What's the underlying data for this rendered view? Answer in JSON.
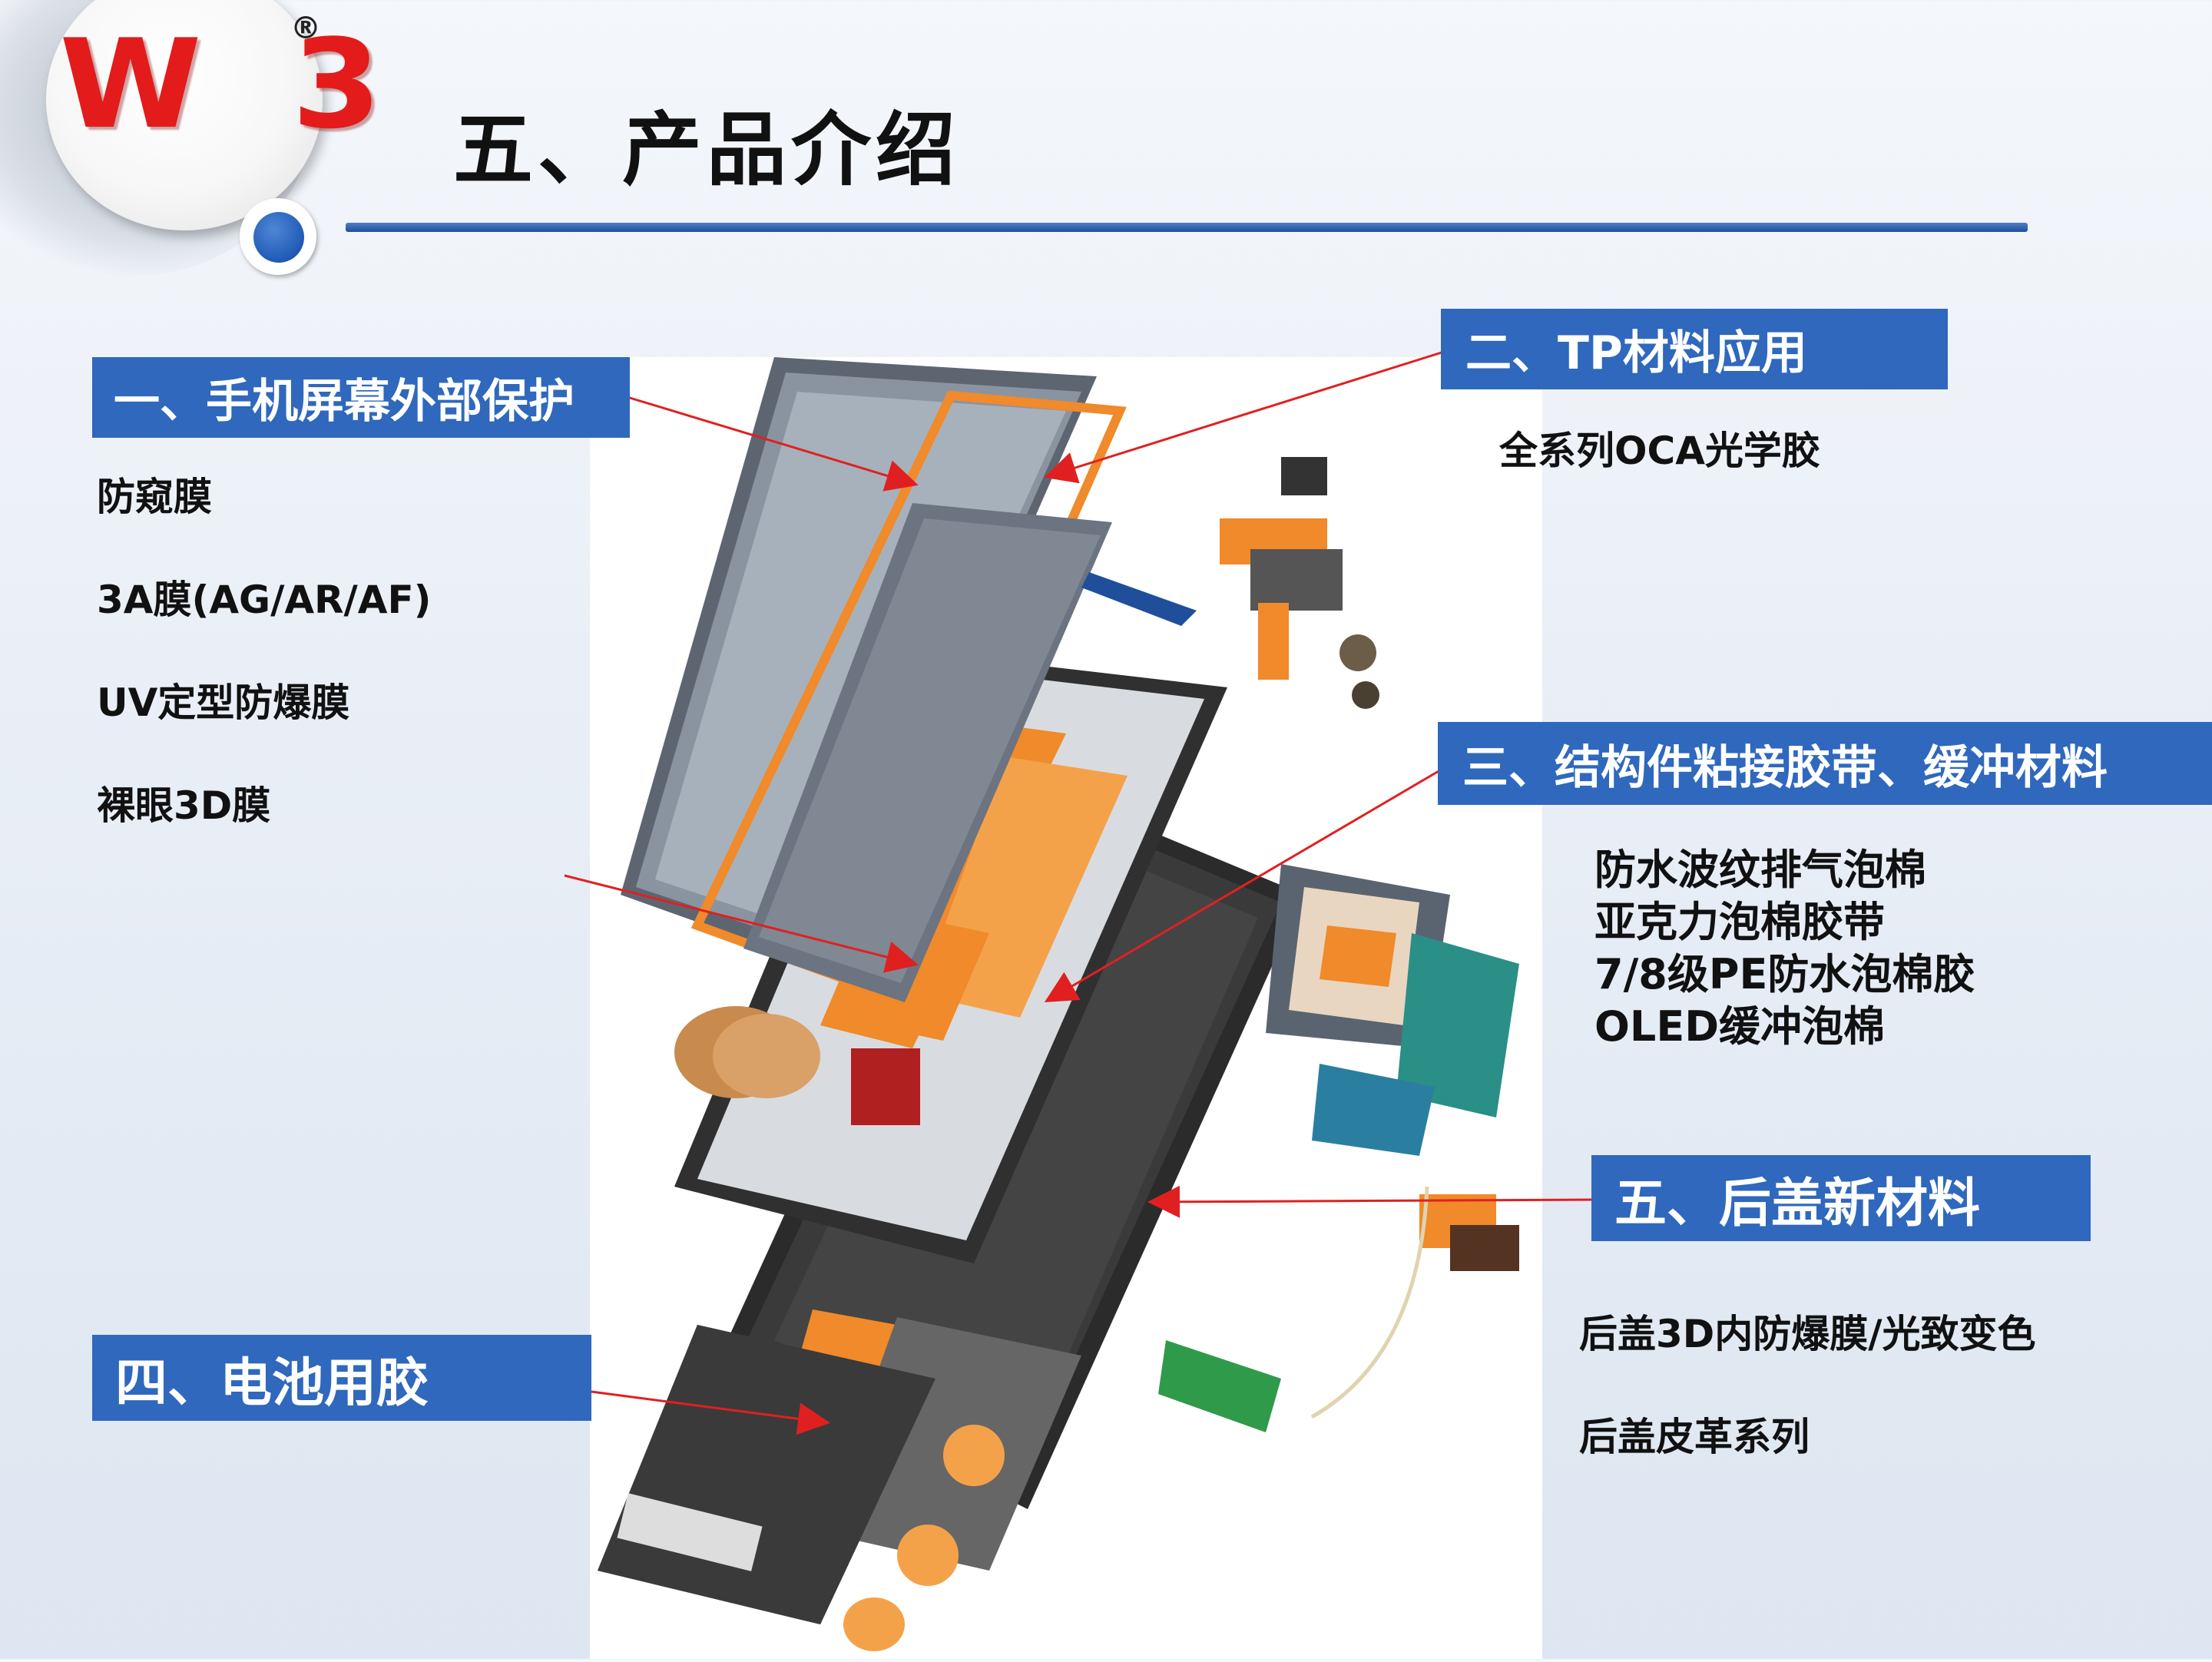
{
  "logo": {
    "text": "W 3",
    "reg_mark": "®"
  },
  "title": "五、产品介绍",
  "sections": {
    "s1": {
      "heading": "一、手机屏幕外部保护",
      "items": [
        "防窥膜",
        "3A膜(AG/AR/AF)",
        "UV定型防爆膜",
        "裸眼3D膜"
      ]
    },
    "s2": {
      "heading": "二、TP材料应用",
      "items": [
        "全系列OCA光学胶"
      ]
    },
    "s3": {
      "heading": "三、结构件粘接胶带、缓冲材料",
      "items": [
        "防水波纹排气泡棉",
        "亚克力泡棉胶带",
        "7/8级PE防水泡棉胶",
        "OLED缓冲泡棉"
      ]
    },
    "s4": {
      "heading": "四、电池用胶",
      "items": []
    },
    "s5": {
      "heading": "五、后盖新材料",
      "items": [
        "后盖3D内防爆膜/光致变色",
        "后盖皮革系列"
      ]
    }
  },
  "colors": {
    "label_bg": "#2f68bd",
    "arrow": "#e02020",
    "logo_red": "#e31b1b",
    "orange": "#f08a2a"
  }
}
